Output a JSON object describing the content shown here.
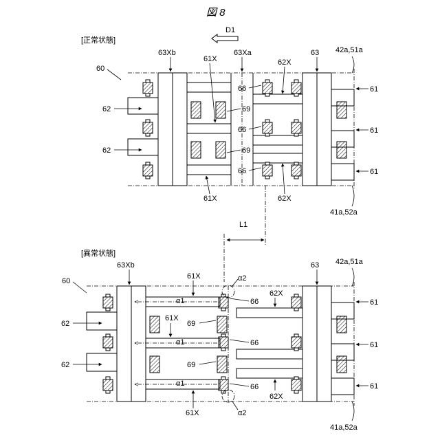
{
  "figure": {
    "title": "図 8",
    "direction_label": "D1",
    "distance_label": "L1"
  },
  "normal_state": {
    "caption": "[正常状態]",
    "labels": {
      "unit": "60",
      "wall_b": "63Xb",
      "wall_a": "63Xa",
      "wall_main": "63",
      "rail_top_right": "42a,51a",
      "rail_bottom_right": "41a,52a",
      "line61x_top": "61X",
      "line61x_bottom": "61X",
      "line62x_top": "62X",
      "line62x_bottom": "62X",
      "left_62_a": "62",
      "left_62_b": "62",
      "right_61_a": "61",
      "right_61_b": "61",
      "right_61_c": "61",
      "n66_a": "66",
      "n66_b": "66",
      "n66_c": "66",
      "n69_a": "69",
      "n69_b": "69"
    }
  },
  "abnormal_state": {
    "caption": "[異常状態]",
    "labels": {
      "unit": "60",
      "wall_b": "63Xb",
      "wall_main": "63",
      "rail_top_right": "42a,51a",
      "rail_bottom_right": "41a,52a",
      "line61x_top": "61X",
      "line61x_mid": "61X",
      "line61x_bottom": "61X",
      "line62x_top": "62X",
      "line62x_bottom": "62X",
      "alpha1_a": "α1",
      "alpha1_b": "α1",
      "alpha1_c": "α1",
      "alpha2_top": "α2",
      "alpha2_bottom": "α2",
      "left_62_a": "62",
      "left_62_b": "62",
      "right_61_a": "61",
      "right_61_b": "61",
      "right_61_c": "61",
      "n66_a": "66",
      "n66_b": "66",
      "n66_c": "66",
      "n69_a": "69",
      "n69_b": "69"
    }
  }
}
